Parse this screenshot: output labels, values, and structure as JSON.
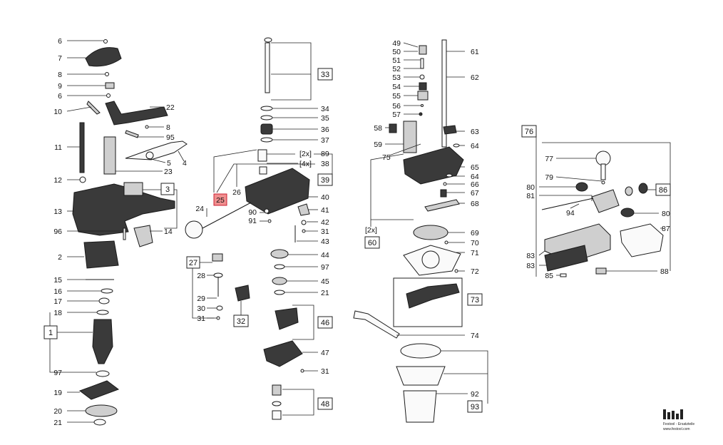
{
  "highlight": {
    "label": "25",
    "color": "#f08f8f"
  },
  "labels": [
    "6",
    "7",
    "8",
    "9",
    "6",
    "10",
    "22",
    "8",
    "95",
    "11",
    "5",
    "4",
    "23",
    "12",
    "3",
    "13",
    "96",
    "14",
    "2",
    "15",
    "16",
    "17",
    "18",
    "1",
    "97",
    "19",
    "20",
    "21",
    "33",
    "34",
    "35",
    "36",
    "37",
    "89",
    "38",
    "39",
    "40",
    "41",
    "42",
    "31",
    "43",
    "44",
    "97",
    "45",
    "21",
    "46",
    "47",
    "31",
    "48",
    "24",
    "25",
    "26",
    "90",
    "91",
    "27",
    "28",
    "29",
    "30",
    "31",
    "32",
    "49",
    "50",
    "51",
    "52",
    "53",
    "54",
    "55",
    "56",
    "57",
    "58",
    "59",
    "75",
    "61",
    "62",
    "63",
    "64",
    "65",
    "64",
    "66",
    "67",
    "68",
    "60",
    "69",
    "70",
    "71",
    "72",
    "73",
    "74",
    "92",
    "93",
    "76",
    "77",
    "79",
    "80",
    "81",
    "86",
    "94",
    "80",
    "87",
    "83",
    "83",
    "85",
    "88"
  ],
  "qty_notes": [
    "[2x]",
    "[4x]",
    "[2x]"
  ],
  "logo": {
    "line1": "Festool - Ersatzteile",
    "line2": "www.festool.com"
  }
}
